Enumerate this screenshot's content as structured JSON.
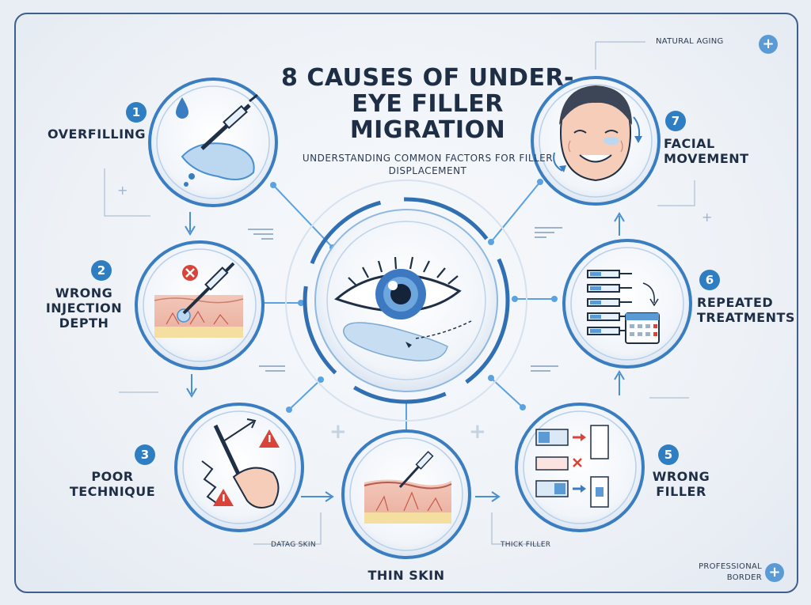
{
  "title": "8 CAUSES OF UNDER-EYE FILLER MIGRATION",
  "subtitle": "UNDERSTANDING COMMON FACTORS FOR FILLER DISPLACEMENT",
  "causes": [
    {
      "number": "1",
      "label": "OVERFILLING"
    },
    {
      "number": "2",
      "label": "WRONG INJECTION DEPTH"
    },
    {
      "number": "3",
      "label": "POOR TECHNIQUE"
    },
    {
      "number": "",
      "label": "THIN SKIN"
    },
    {
      "number": "5",
      "label": "WRONG FILLER"
    },
    {
      "number": "6",
      "label": "REPEATED TREATMENTS"
    },
    {
      "number": "7",
      "label": "FACIAL MOVEMENT"
    }
  ],
  "small_labels": {
    "natural_aging": "NATURAL AGING",
    "datag_skin": "DATAG SKIN",
    "thick_filler": "THICK FILLER",
    "professional_border": "PROFESSIONAL BORDER"
  },
  "icons": {
    "plus": "+"
  },
  "colors": {
    "accent": "#2f7ec2",
    "frame": "#3d5f8a",
    "ring": "#3a7dc0",
    "warning": "#d9443a"
  }
}
